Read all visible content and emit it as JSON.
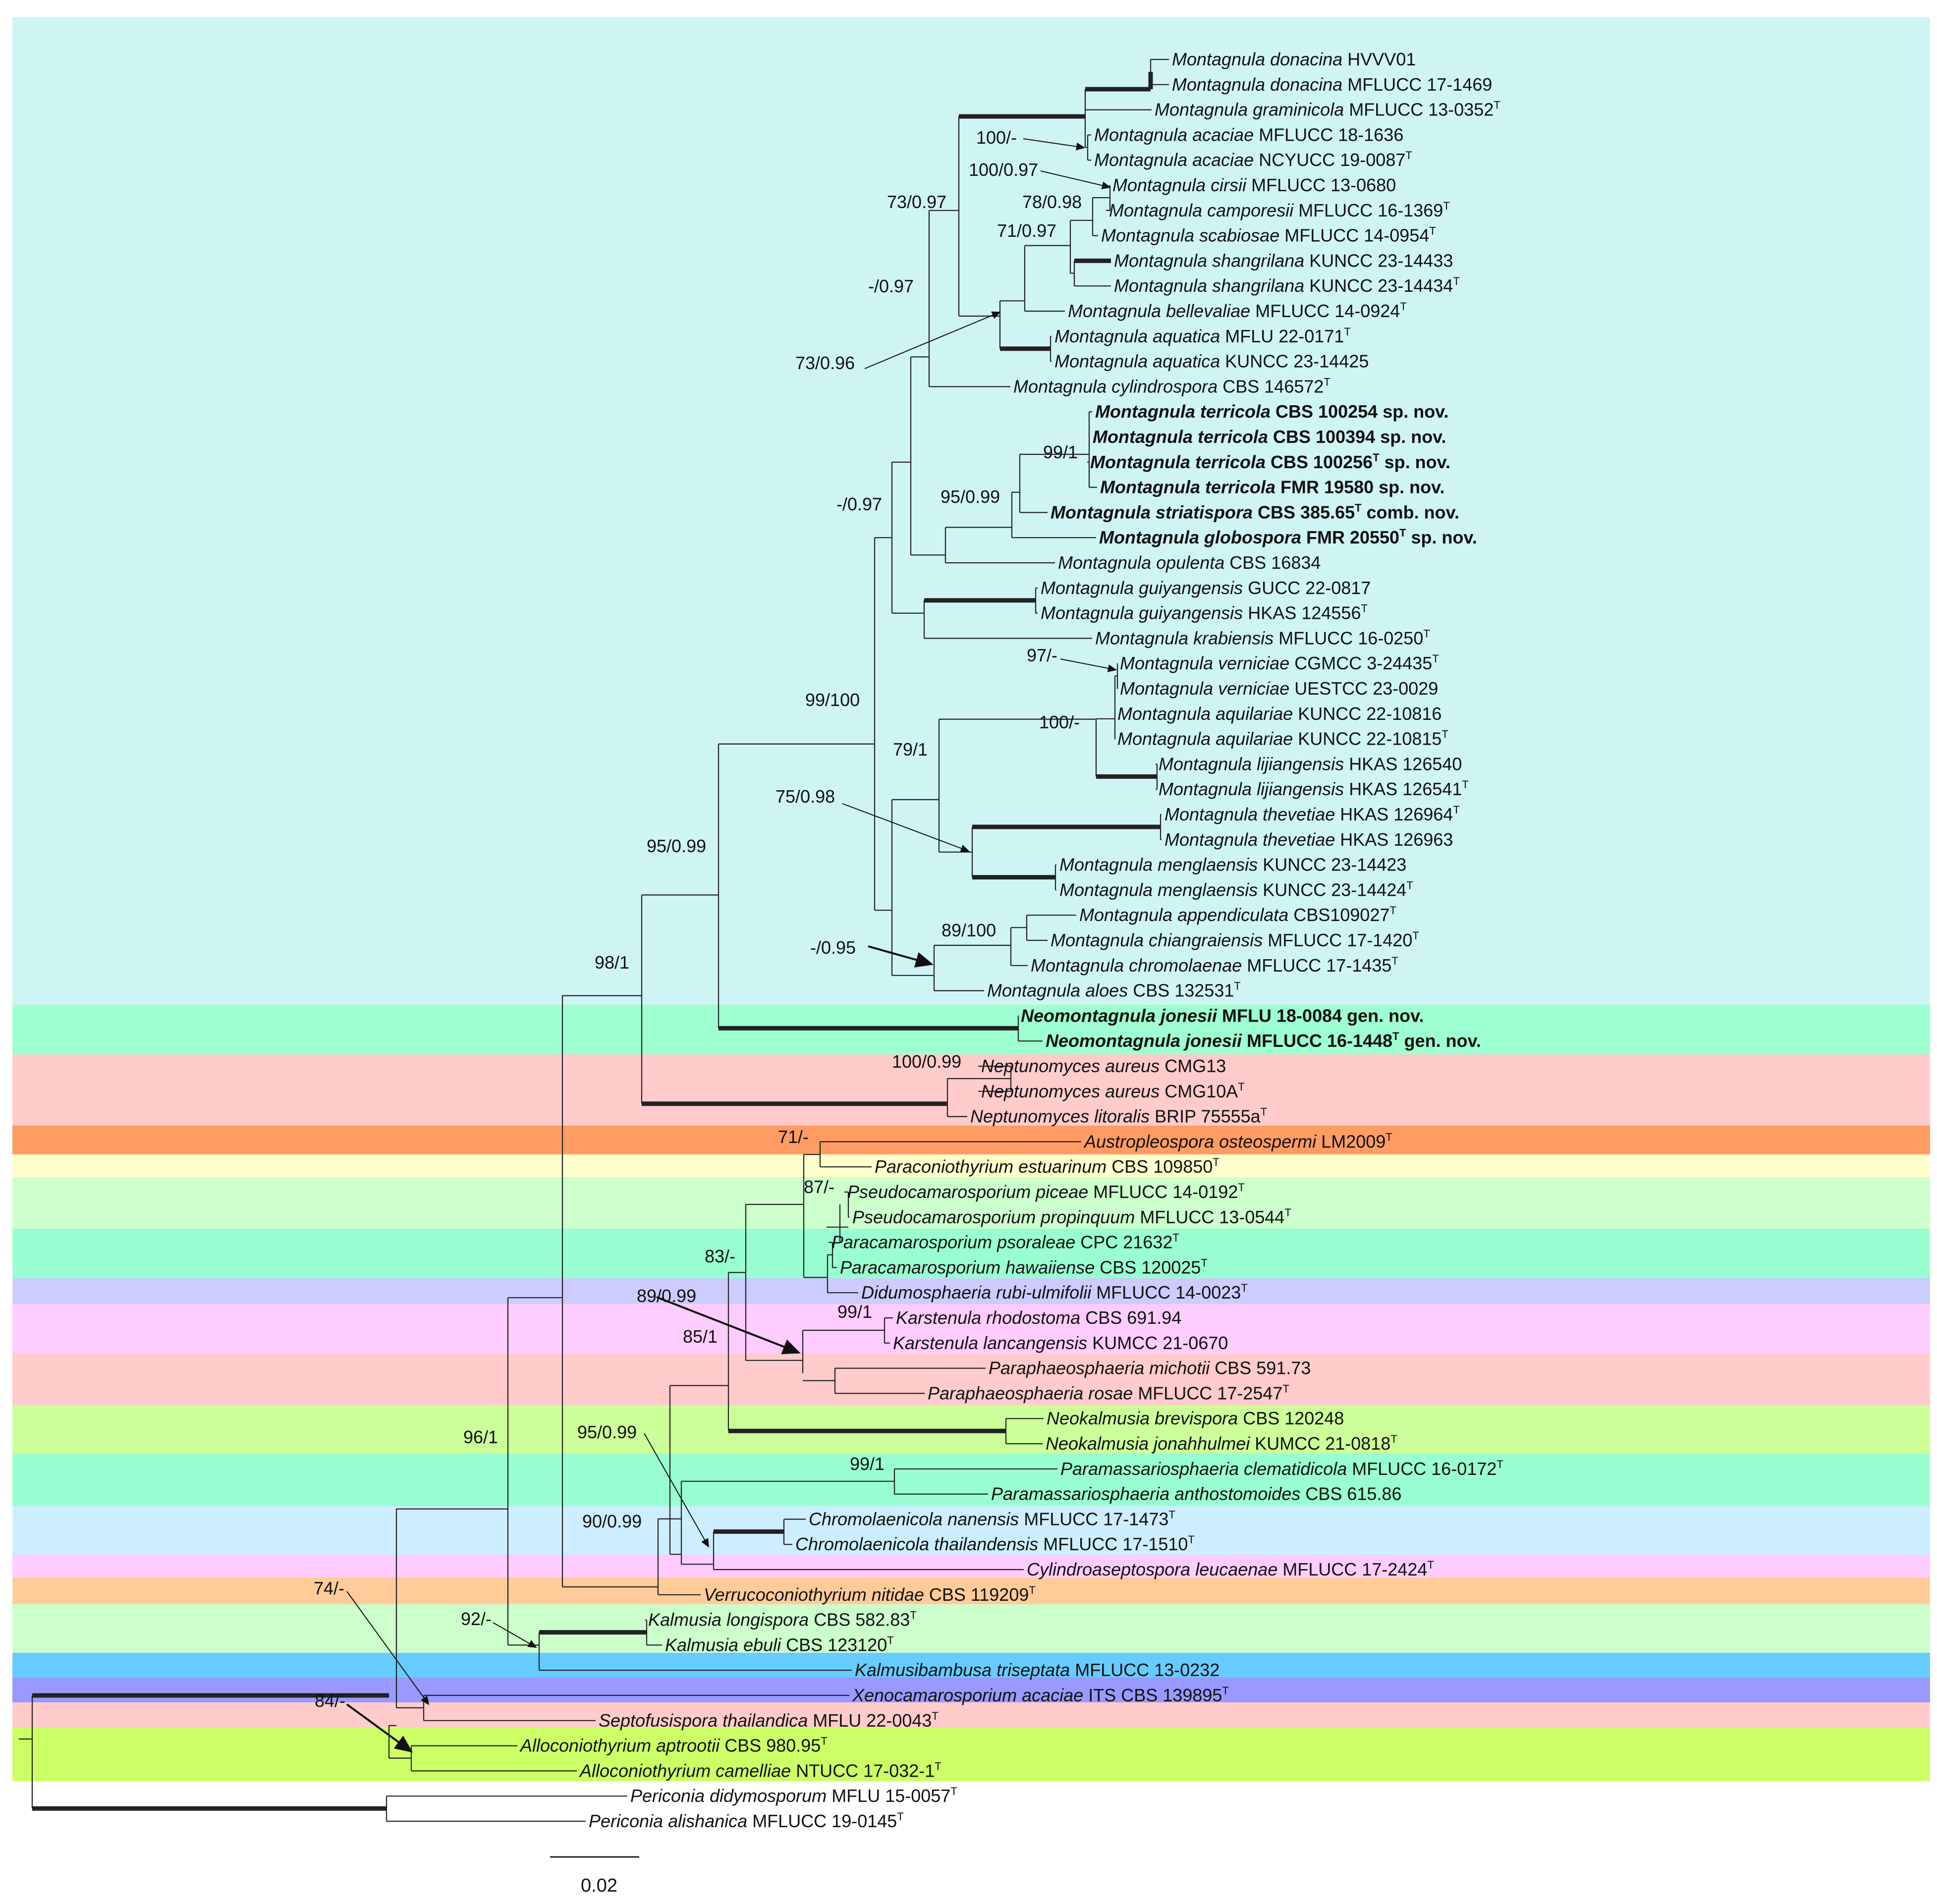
{
  "scale_bar": {
    "label": "0.02"
  },
  "band_colors": {
    "montagnula": "#cff4f4",
    "neomontagnula": "#9effd1",
    "neptunomyces": "#ffcbcb",
    "austropleospora": "#ff9c64",
    "paraconiothyrium": "#ffffcc",
    "pseudocamarosporium": "#ccffcc",
    "paracamarosporium": "#99ffd0",
    "didymosphaeria": "#ccccff",
    "karstenula": "#ffccff",
    "paraphaeosphaeria": "#ffcbcb",
    "neokalmusia": "#ccff99",
    "paramassariosphaeria": "#99ffd0",
    "chromolaenicola": "#cceeff",
    "cylindroaseptospora": "#ffccff",
    "verrucoconiothyrium": "#ffcc99",
    "kalmusia": "#ccffcc",
    "kalmusibambusa": "#66ccff",
    "xenocamarosporium": "#9999ff",
    "septofusispora": "#ffcbcb",
    "alloconiothyrium": "#ccff66"
  },
  "taxa": [
    {
      "genus_species": "Montagnula donacina",
      "strain": "HVVV01",
      "type": false,
      "bold": false,
      "note": ""
    },
    {
      "genus_species": "Montagnula donacina",
      "strain": "MFLUCC 17-1469",
      "type": false,
      "bold": false,
      "note": ""
    },
    {
      "genus_species": "Montagnula graminicola",
      "strain": "MFLUCC 13-0352",
      "type": true,
      "bold": false,
      "note": ""
    },
    {
      "genus_species": "Montagnula acaciae",
      "strain": "MFLUCC 18-1636",
      "type": false,
      "bold": false,
      "note": ""
    },
    {
      "genus_species": "Montagnula acaciae",
      "strain": "NCYUCC 19-0087",
      "type": true,
      "bold": false,
      "note": ""
    },
    {
      "genus_species": "Montagnula cirsii",
      "strain": "MFLUCC 13-0680",
      "type": false,
      "bold": false,
      "note": ""
    },
    {
      "genus_species": "Montagnula camporesii",
      "strain": "MFLUCC 16-1369",
      "type": true,
      "bold": false,
      "note": ""
    },
    {
      "genus_species": "Montagnula scabiosae",
      "strain": "MFLUCC 14-0954",
      "type": true,
      "bold": false,
      "note": ""
    },
    {
      "genus_species": "Montagnula shangrilana",
      "strain": "KUNCC 23-14433",
      "type": false,
      "bold": false,
      "note": ""
    },
    {
      "genus_species": "Montagnula shangrilana",
      "strain": "KUNCC 23-14434",
      "type": true,
      "bold": false,
      "note": ""
    },
    {
      "genus_species": "Montagnula bellevaliae",
      "strain": "MFLUCC 14-0924",
      "type": true,
      "bold": false,
      "note": ""
    },
    {
      "genus_species": "Montagnula aquatica",
      "strain": "MFLU 22-0171",
      "type": true,
      "bold": false,
      "note": ""
    },
    {
      "genus_species": "Montagnula aquatica",
      "strain": "KUNCC 23-14425",
      "type": false,
      "bold": false,
      "note": ""
    },
    {
      "genus_species": "Montagnula cylindrospora",
      "strain": "CBS 146572",
      "type": true,
      "bold": false,
      "note": ""
    },
    {
      "genus_species": "Montagnula terricola",
      "strain": "CBS 100254",
      "type": false,
      "bold": true,
      "note": "sp. nov."
    },
    {
      "genus_species": "Montagnula terricola",
      "strain": "CBS 100394",
      "type": false,
      "bold": true,
      "note": "sp. nov."
    },
    {
      "genus_species": "Montagnula terricola",
      "strain": "CBS 100256",
      "type": true,
      "bold": true,
      "note": "sp. nov."
    },
    {
      "genus_species": "Montagnula terricola",
      "strain": "FMR 19580",
      "type": false,
      "bold": true,
      "note": "sp. nov."
    },
    {
      "genus_species": "Montagnula striatispora",
      "strain": "CBS 385.65",
      "type": true,
      "bold": true,
      "note": "comb. nov."
    },
    {
      "genus_species": "Montagnula globospora",
      "strain": "FMR 20550",
      "type": true,
      "bold": true,
      "note": "sp. nov."
    },
    {
      "genus_species": "Montagnula opulenta",
      "strain": "CBS 16834",
      "type": false,
      "bold": false,
      "note": ""
    },
    {
      "genus_species": "Montagnula guiyangensis",
      "strain": "GUCC 22-0817",
      "type": false,
      "bold": false,
      "note": ""
    },
    {
      "genus_species": "Montagnula guiyangensis",
      "strain": "HKAS 124556",
      "type": true,
      "bold": false,
      "note": ""
    },
    {
      "genus_species": "Montagnula krabiensis",
      "strain": "MFLUCC 16-0250",
      "type": true,
      "bold": false,
      "note": ""
    },
    {
      "genus_species": "Montagnula verniciae",
      "strain": "CGMCC 3-24435",
      "type": true,
      "bold": false,
      "note": ""
    },
    {
      "genus_species": "Montagnula verniciae",
      "strain": "UESTCC 23-0029",
      "type": false,
      "bold": false,
      "note": ""
    },
    {
      "genus_species": "Montagnula aquilariae",
      "strain": "KUNCC 22-10816",
      "type": false,
      "bold": false,
      "note": ""
    },
    {
      "genus_species": "Montagnula aquilariae",
      "strain": "KUNCC 22-10815",
      "type": true,
      "bold": false,
      "note": ""
    },
    {
      "genus_species": "Montagnula lijiangensis",
      "strain": "HKAS 126540",
      "type": false,
      "bold": false,
      "note": ""
    },
    {
      "genus_species": "Montagnula lijiangensis",
      "strain": "HKAS 126541",
      "type": true,
      "bold": false,
      "note": ""
    },
    {
      "genus_species": "Montagnula thevetiae",
      "strain": "HKAS 126964",
      "type": true,
      "bold": false,
      "note": ""
    },
    {
      "genus_species": "Montagnula thevetiae",
      "strain": "HKAS 126963",
      "type": false,
      "bold": false,
      "note": ""
    },
    {
      "genus_species": "Montagnula menglaensis",
      "strain": "KUNCC 23-14423",
      "type": false,
      "bold": false,
      "note": ""
    },
    {
      "genus_species": "Montagnula menglaensis",
      "strain": "KUNCC 23-14424",
      "type": true,
      "bold": false,
      "note": ""
    },
    {
      "genus_species": "Montagnula appendiculata",
      "strain": "CBS109027",
      "type": true,
      "bold": false,
      "note": ""
    },
    {
      "genus_species": "Montagnula chiangraiensis",
      "strain": "MFLUCC 17-1420",
      "type": true,
      "bold": false,
      "note": ""
    },
    {
      "genus_species": "Montagnula chromolaenae",
      "strain": "MFLUCC 17-1435",
      "type": true,
      "bold": false,
      "note": ""
    },
    {
      "genus_species": "Montagnula aloes",
      "strain": "CBS 132531",
      "type": true,
      "bold": false,
      "note": ""
    },
    {
      "genus_species": "Neomontagnula jonesii",
      "strain": "MFLU 18-0084",
      "type": false,
      "bold": true,
      "note": "gen. nov."
    },
    {
      "genus_species": "Neomontagnula jonesii",
      "strain": "MFLUCC 16-1448",
      "type": true,
      "bold": true,
      "note": "gen. nov."
    },
    {
      "genus_species": "Neptunomyces aureus",
      "strain": "CMG13",
      "type": false,
      "bold": false,
      "note": ""
    },
    {
      "genus_species": "Neptunomyces aureus",
      "strain": "CMG10A",
      "type": true,
      "bold": false,
      "note": ""
    },
    {
      "genus_species": "Neptunomyces litoralis",
      "strain": "BRIP 75555a",
      "type": true,
      "bold": false,
      "note": ""
    },
    {
      "genus_species": "Austropleospora osteospermi",
      "strain": "LM2009",
      "type": true,
      "bold": false,
      "note": ""
    },
    {
      "genus_species": "Paraconiothyrium estuarinum",
      "strain": "CBS 109850",
      "type": true,
      "bold": false,
      "note": ""
    },
    {
      "genus_species": "Pseudocamarosporium piceae",
      "strain": "MFLUCC 14-0192",
      "type": true,
      "bold": false,
      "note": ""
    },
    {
      "genus_species": "Pseudocamarosporium propinquum",
      "strain": "MFLUCC 13-0544",
      "type": true,
      "bold": false,
      "note": ""
    },
    {
      "genus_species": "Paracamarosporium psoraleae",
      "strain": "CPC 21632",
      "type": true,
      "bold": false,
      "note": ""
    },
    {
      "genus_species": "Paracamarosporium hawaiiense",
      "strain": "CBS 120025",
      "type": true,
      "bold": false,
      "note": ""
    },
    {
      "genus_species": "Didumosphaeria rubi-ulmifolii",
      "strain": "MFLUCC 14-0023",
      "type": true,
      "bold": false,
      "note": ""
    },
    {
      "genus_species": "Karstenula rhodostoma",
      "strain": "CBS 691.94",
      "type": false,
      "bold": false,
      "note": ""
    },
    {
      "genus_species": "Karstenula lancangensis",
      "strain": "KUMCC 21-0670",
      "type": false,
      "bold": false,
      "note": ""
    },
    {
      "genus_species": "Paraphaeosphaeria michotii",
      "strain": "CBS 591.73",
      "type": false,
      "bold": false,
      "note": ""
    },
    {
      "genus_species": "Paraphaeosphaeria rosae",
      "strain": "MFLUCC 17-2547",
      "type": true,
      "bold": false,
      "note": ""
    },
    {
      "genus_species": "Neokalmusia brevispora",
      "strain": "CBS 120248",
      "type": false,
      "bold": false,
      "note": ""
    },
    {
      "genus_species": "Neokalmusia jonahhulmei",
      "strain": "KUMCC 21-0818",
      "type": true,
      "bold": false,
      "note": ""
    },
    {
      "genus_species": "Paramassariosphaeria clematidicola",
      "strain": "MFLUCC 16-0172",
      "type": true,
      "bold": false,
      "note": ""
    },
    {
      "genus_species": "Paramassariosphaeria anthostomoides",
      "strain": "CBS 615.86",
      "type": false,
      "bold": false,
      "note": ""
    },
    {
      "genus_species": "Chromolaenicola nanensis",
      "strain": "MFLUCC 17-1473",
      "type": true,
      "bold": false,
      "note": ""
    },
    {
      "genus_species": "Chromolaenicola thailandensis",
      "strain": "MFLUCC 17-1510",
      "type": true,
      "bold": false,
      "note": ""
    },
    {
      "genus_species": "Cylindroaseptospora leucaenae",
      "strain": "MFLUCC 17-2424",
      "type": true,
      "bold": false,
      "note": ""
    },
    {
      "genus_species": "Verrucoconiothyrium nitidae",
      "strain": "CBS 119209",
      "type": true,
      "bold": false,
      "note": ""
    },
    {
      "genus_species": "Kalmusia longispora",
      "strain": "CBS 582.83",
      "type": true,
      "bold": false,
      "note": ""
    },
    {
      "genus_species": "Kalmusia ebuli",
      "strain": "CBS 123120",
      "type": true,
      "bold": false,
      "note": ""
    },
    {
      "genus_species": "Kalmusibambusa triseptata",
      "strain": "MFLUCC 13-0232",
      "type": false,
      "bold": false,
      "note": ""
    },
    {
      "genus_species": "Xenocamarosporium acaciae",
      "strain": "ITS CBS 139895",
      "type": true,
      "bold": false,
      "note": ""
    },
    {
      "genus_species": "Septofusispora thailandica",
      "strain": "MFLU 22-0043",
      "type": true,
      "bold": false,
      "note": ""
    },
    {
      "genus_species": "Alloconiothyrium aptrootii",
      "strain": "CBS 980.95",
      "type": true,
      "bold": false,
      "note": ""
    },
    {
      "genus_species": "Alloconiothyrium camelliae",
      "strain": "NTUCC 17-032-1",
      "type": true,
      "bold": false,
      "note": ""
    },
    {
      "genus_species": "Periconia didymosporum",
      "strain": "MFLU 15-0057",
      "type": true,
      "bold": false,
      "note": ""
    },
    {
      "genus_species": "Periconia alishanica",
      "strain": "MFLUCC 19-0145",
      "type": true,
      "bold": false,
      "note": ""
    }
  ],
  "support_values": [
    "100/-",
    "100/0.97",
    "78/0.98",
    "71/0.97",
    "73/0.97",
    "-/0.97",
    "73/0.96",
    "99/1",
    "95/0.99",
    "-/0.97",
    "97/-",
    "100/-",
    "99/100",
    "79/1",
    "75/0.98",
    "89/100",
    "-/0.95",
    "95/0.99",
    "98/1",
    "100/0.99",
    "71/-",
    "87/-",
    "83/-",
    "89/0.99",
    "99/1",
    "85/1",
    "96/1",
    "95/0.99",
    "99/1",
    "90/0.99",
    "74/-",
    "92/-",
    "84/-"
  ],
  "type_marker": "T"
}
